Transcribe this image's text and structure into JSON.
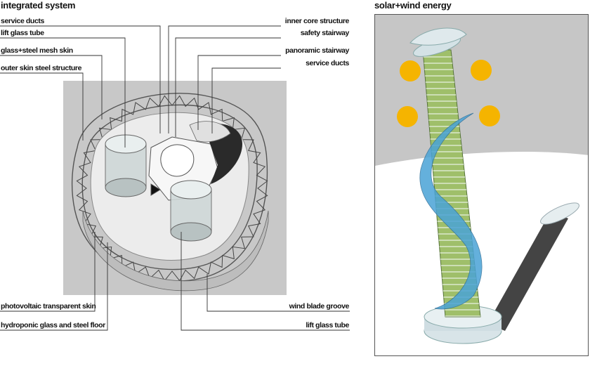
{
  "left_panel": {
    "title": "integrated system",
    "labels_left_top": [
      "service ducts",
      "lift glass tube",
      "glass+steel mesh skin",
      "outer skin steel structure"
    ],
    "labels_right_top": [
      "inner core structure",
      "safety stairway",
      "panoramic stairway",
      "service ducts"
    ],
    "labels_left_bottom": [
      "photovoltaic transparent skin",
      "hydroponic glass and steel floor"
    ],
    "labels_right_bottom": [
      "wind blade groove",
      "lift glass tube"
    ]
  },
  "right_panel": {
    "title": "solar+wind energy"
  },
  "colors": {
    "sun": "#f5b400",
    "blade": "#4aa3d6",
    "tower": "#9fbf6a",
    "plan_bg": "#c8c8c8"
  }
}
